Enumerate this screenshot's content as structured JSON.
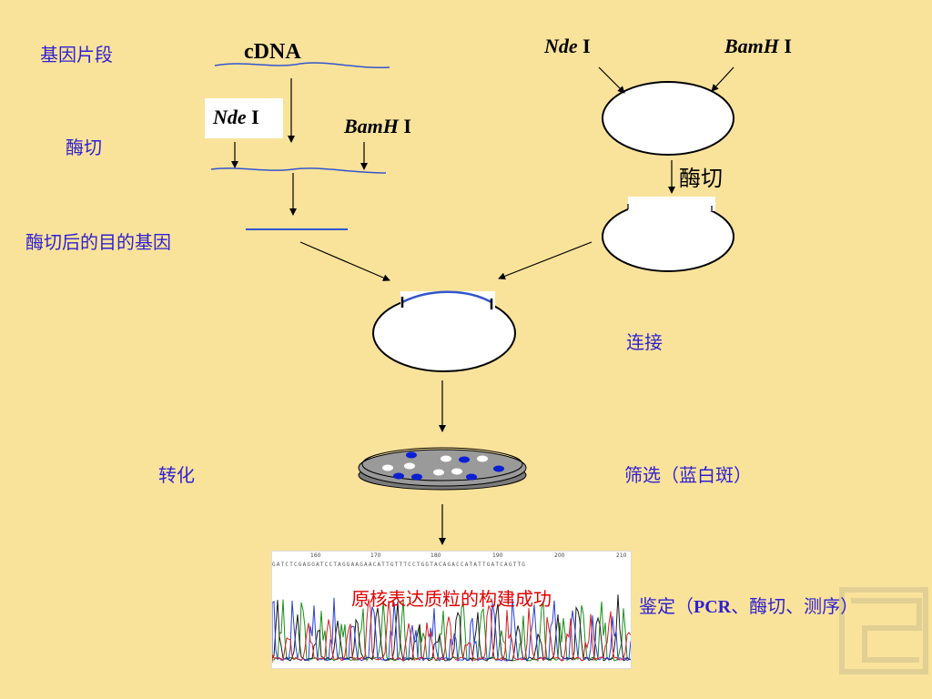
{
  "left": {
    "gene_fragment": "基因片段",
    "cdna": "cDNA",
    "digestion": "酶切",
    "target_gene": "酶切后的目的基因"
  },
  "enzymes": {
    "nde": {
      "italic": "Nde",
      "roman": " I"
    },
    "bamh": {
      "italic": "BamH",
      "roman": " I"
    }
  },
  "right": {
    "digestion": "酶切",
    "ligation": "连接",
    "screening": "筛选（蓝白斑）"
  },
  "transformation": "转化",
  "sequence": {
    "tick_numbers": [
      "160",
      "170",
      "180",
      "190",
      "200",
      "210"
    ],
    "bases": "GATCTCGAGGATCCTAGGAAGAACATTGTTTCCTGGTACAGACCATATTGATCAGTTG",
    "success_text": "原核表达质粒的构建成功"
  },
  "identification": {
    "prefix": "鉴定（",
    "pcr": "PCR",
    "suffix": "、酶切、测序）"
  },
  "colors": {
    "background": "#f9e39b",
    "label_text": "#2f1fd1",
    "dna_line": "#3355cc",
    "success_text": "#e00000",
    "blue_colony": "#0a1fd6",
    "petri_dish": "#8a8a8a"
  }
}
